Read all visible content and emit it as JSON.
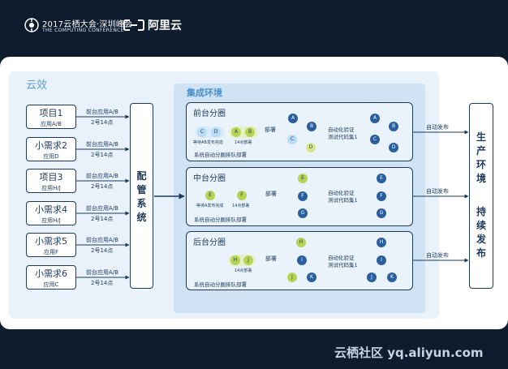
{
  "header": {
    "conference_title": "2017云栖大会·深圳峰会",
    "conference_subtitle": "THE COMPUTING CONFERENCE",
    "brand_text": "阿里云"
  },
  "yunxiao": {
    "label": "云效"
  },
  "integration": {
    "label": "集成环境"
  },
  "projects": [
    {
      "name": "项目1",
      "app": "应用A/B",
      "line1": "前台应用A/B",
      "line2": "2号14点"
    },
    {
      "name": "小需求2",
      "app": "应用D",
      "line1": "前台应用A/B",
      "line2": "2号14点"
    },
    {
      "name": "项目3",
      "app": "应用H/J",
      "line1": "前台应用A/B",
      "line2": "2号14点"
    },
    {
      "name": "小需求4",
      "app": "应用H/J",
      "line1": "前台应用A/B",
      "line2": "2号14点"
    },
    {
      "name": "小需求5",
      "app": "应用F",
      "line1": "前台应用A/B",
      "line2": "2号14点"
    },
    {
      "name": "小需求6",
      "app": "应用C",
      "line1": "前台应用A/B",
      "line2": "2号14点"
    }
  ],
  "config": {
    "chars": [
      "配",
      "管",
      "系",
      "统"
    ]
  },
  "zones": [
    {
      "title": "前台分圈",
      "wait_note": "等待AB发布完成",
      "time_note": "14点部署",
      "deploy": "部署",
      "verify_1": "自动化验证",
      "verify_2": "测试代码集1",
      "queue_note": "系统自动分圈排队部署",
      "nodes_in": [
        "C",
        "D",
        "A",
        "B"
      ],
      "graph_left": [
        "A",
        "B",
        "C",
        "D"
      ],
      "graph_right": [
        "A",
        "B",
        "C",
        "D"
      ],
      "publish": "自动发布"
    },
    {
      "title": "中台分圈",
      "wait_note": "等待A发布完成",
      "time_note": "14点部署",
      "deploy": "部署",
      "verify_1": "自动化验证",
      "verify_2": "测试代码集1",
      "queue_note": "系统自动分圈排队部署",
      "nodes_in": [
        "E",
        "F"
      ],
      "graph_left": [
        "E",
        "F",
        "G"
      ],
      "graph_right": [
        "E",
        "F",
        "G"
      ],
      "publish": "自动发布"
    },
    {
      "title": "后台分圈",
      "wait_note": "",
      "time_note": "14点部署",
      "deploy": "部署",
      "verify_1": "自动化验证",
      "verify_2": "测试代码集1",
      "queue_note": "系统自动分圈排队部署",
      "nodes_in": [
        "H",
        "J"
      ],
      "graph_left": [
        "H",
        "I",
        "J",
        "K"
      ],
      "graph_right": [
        "H",
        "I",
        "J",
        "K"
      ],
      "publish": "自动发布"
    }
  ],
  "production": {
    "chars": [
      "生",
      "产",
      "环",
      "境",
      "持",
      "续",
      "发",
      "布"
    ]
  },
  "footer": {
    "text": "云栖社区 yq.aliyun.com"
  },
  "colors": {
    "navy": "#1e3a5a",
    "node_blue": "#2a5f9e",
    "node_light_blue": "#b9dcf5",
    "node_green": "#b5d456",
    "panel_light": "#e9f2fb",
    "panel_mid": "#cfe3f5"
  }
}
